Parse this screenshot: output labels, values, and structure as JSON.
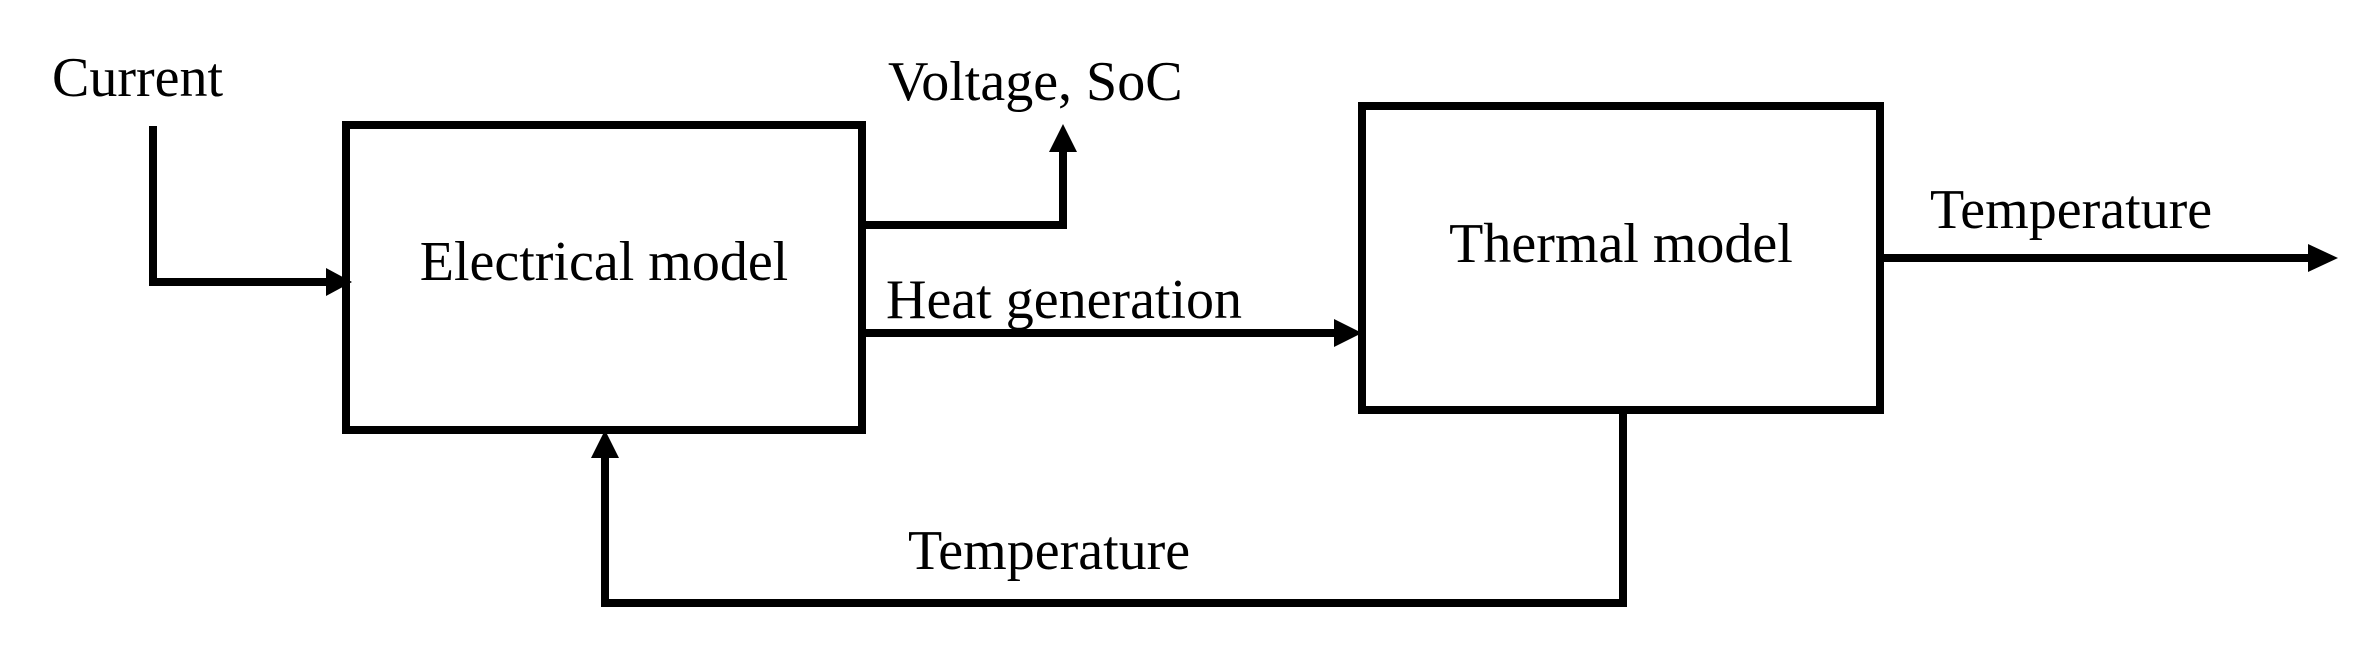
{
  "diagram": {
    "blocks": {
      "electrical": {
        "label": "Electrical model"
      },
      "thermal": {
        "label": "Thermal model"
      }
    },
    "signals": {
      "current_in": {
        "label": "Current"
      },
      "voltage_soc_out": {
        "label": "Voltage, SoC"
      },
      "heat_generation": {
        "label": "Heat generation"
      },
      "temperature_out": {
        "label": "Temperature"
      },
      "temperature_feedback": {
        "label": "Temperature"
      }
    }
  }
}
